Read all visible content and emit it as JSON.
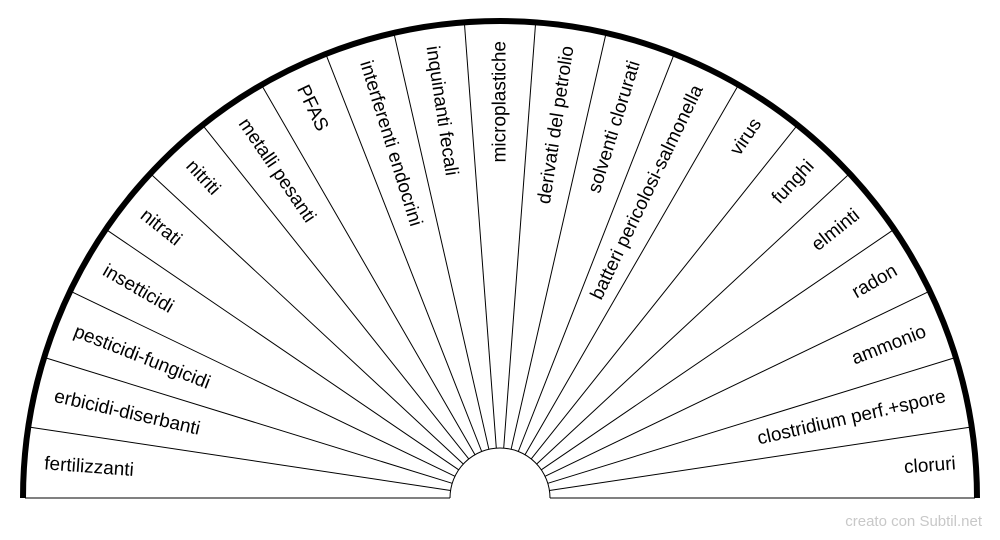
{
  "chart_data": {
    "type": "semicircle-radial",
    "sectors": [
      "fertilizzanti",
      "erbicidi-diserbanti",
      "pesticidi-fungicidi",
      "insetticidi",
      "nitrati",
      "nitriti",
      "metalli pesanti",
      "PFAS",
      "interferenti endocrini",
      "inquinanti fecali",
      "microplastiche",
      "derivati del petrolio",
      "solventi clorurati",
      "batteri pericolosi-salmonella",
      "virus",
      "funghi",
      "elminti",
      "radon",
      "ammonio",
      "clostridium perf.+spore",
      "cloruri"
    ],
    "colors": {
      "stroke": "#000000",
      "fill": "#ffffff"
    }
  },
  "footer": {
    "credit": "creato con Subtil.net"
  }
}
